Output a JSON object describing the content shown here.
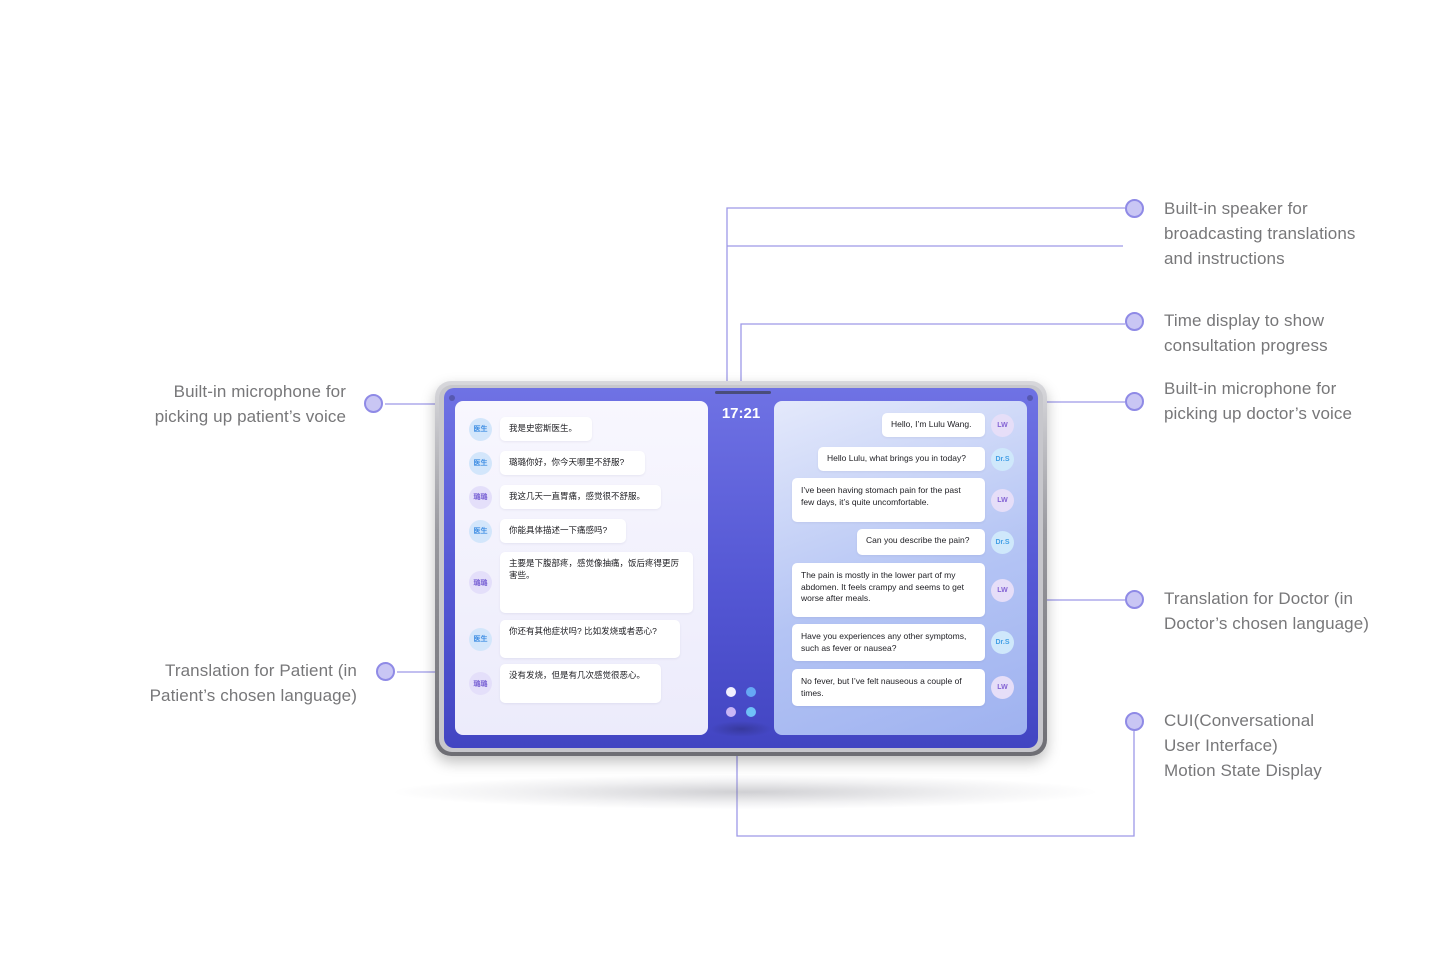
{
  "callouts": {
    "mic_patient": [
      "Built-in microphone for",
      "picking up patient’s voice"
    ],
    "translation_patient": [
      "Translation for Patient (in",
      "Patient’s chosen language)"
    ],
    "speaker": [
      "Built-in speaker for",
      "broadcasting translations",
      "and instructions"
    ],
    "time_display": [
      "Time display to show",
      "consultation progress"
    ],
    "mic_doctor": [
      "Built-in microphone for",
      "picking up doctor’s voice"
    ],
    "translation_doctor": [
      "Translation for Doctor (in",
      "Doctor’s chosen language)"
    ],
    "cui": [
      "CUI(Conversational",
      "User Interface)",
      "Motion State Display"
    ]
  },
  "device": {
    "time": "17:21",
    "patient_chat": [
      {
        "avatar": "医生",
        "role": "doctor",
        "text": "我是史密斯医生。"
      },
      {
        "avatar": "医生",
        "role": "doctor",
        "text": "璐璐你好，你今天哪里不舒服?"
      },
      {
        "avatar": "璐璐",
        "role": "patient",
        "text": "我这几天一直胃痛，感觉很不舒服。"
      },
      {
        "avatar": "医生",
        "role": "doctor",
        "text": "你能具体描述一下痛感吗?"
      },
      {
        "avatar": "璐璐",
        "role": "patient",
        "text": "主要是下腹部疼，感觉像抽痛，饭后疼得更厉害些。"
      },
      {
        "avatar": "医生",
        "role": "doctor",
        "text": "你还有其他症状吗? 比如发烧或者恶心?"
      },
      {
        "avatar": "璐璐",
        "role": "patient",
        "text": "没有发烧，但是有几次感觉很恶心。"
      }
    ],
    "doctor_chat": [
      {
        "avatar": "LW",
        "role": "patient",
        "text": "Hello, I’m Lulu Wang."
      },
      {
        "avatar": "Dr.S",
        "role": "doctor",
        "text": "Hello Lulu, what brings you in today?"
      },
      {
        "avatar": "LW",
        "role": "patient",
        "text": "I’ve been having stomach pain for the past few days, it’s quite uncomfortable."
      },
      {
        "avatar": "Dr.S",
        "role": "doctor",
        "text": "Can you describe the pain?"
      },
      {
        "avatar": "LW",
        "role": "patient",
        "text": "The pain is mostly in the lower part of my abdomen. It feels crampy and seems to get worse after meals."
      },
      {
        "avatar": "Dr.S",
        "role": "doctor",
        "text": "Have you experiences any other symptoms, such as fever or nausea?"
      },
      {
        "avatar": "LW",
        "role": "patient",
        "text": "No fever, but I’ve felt nauseous a couple of times."
      }
    ],
    "state_dot_colors": [
      "#f2f1ff",
      "#66a8f5",
      "#c9b6f6",
      "#6fc1f8"
    ]
  },
  "colors": {
    "leader_line": "#9d99e8",
    "callout_dot_fill": "#c9c6f4",
    "callout_dot_stroke": "#8f8ae6",
    "screen_accent": "#5457d4"
  }
}
